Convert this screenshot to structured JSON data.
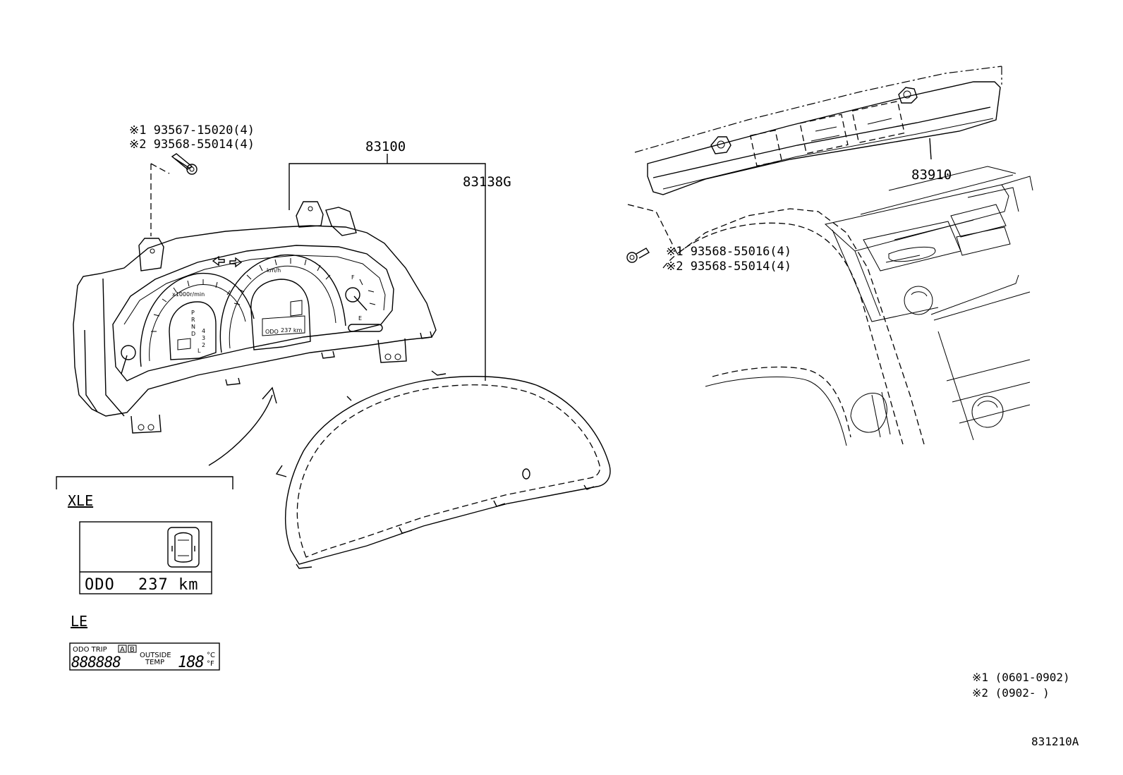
{
  "callouts": {
    "screw_left_note1": "※1 93567-15020(4)",
    "screw_left_note2": "※2 93568-55014(4)",
    "cluster_part": "83100",
    "glass_part": "83138G",
    "display_part": "83910",
    "screw_right_note1": "※1  93568-55016(4)",
    "screw_right_note2": "※2  93568-55014(4)"
  },
  "variants": {
    "xle": {
      "label": "XLE",
      "odo_label": "ODO",
      "odo_value": "237 km"
    },
    "le": {
      "label": "LE",
      "header": "ODO TRIP",
      "trip_a": "A",
      "trip_b": "B",
      "segments": "888888",
      "outside_label": "OUTSIDE",
      "temp_label": "TEMP",
      "temp_segments": "188",
      "unit_c": "°C",
      "unit_f": "°F"
    }
  },
  "cluster_face": {
    "tach_label": "x1000r/min",
    "speed_label": "km/h",
    "gear_p": "P",
    "gear_r": "R",
    "gear_n": "N",
    "gear_d": "D",
    "gear_4": "4",
    "gear_3": "3",
    "gear_2": "2",
    "gear_l": "L",
    "fuel_f": "F",
    "fuel_e": "E",
    "odo_label": "ODO",
    "odo_value": "237 km"
  },
  "legend": {
    "note1": "※1 (0601-0902)",
    "note2": "※2 (0902-      )"
  },
  "diagram_code": "831210A"
}
